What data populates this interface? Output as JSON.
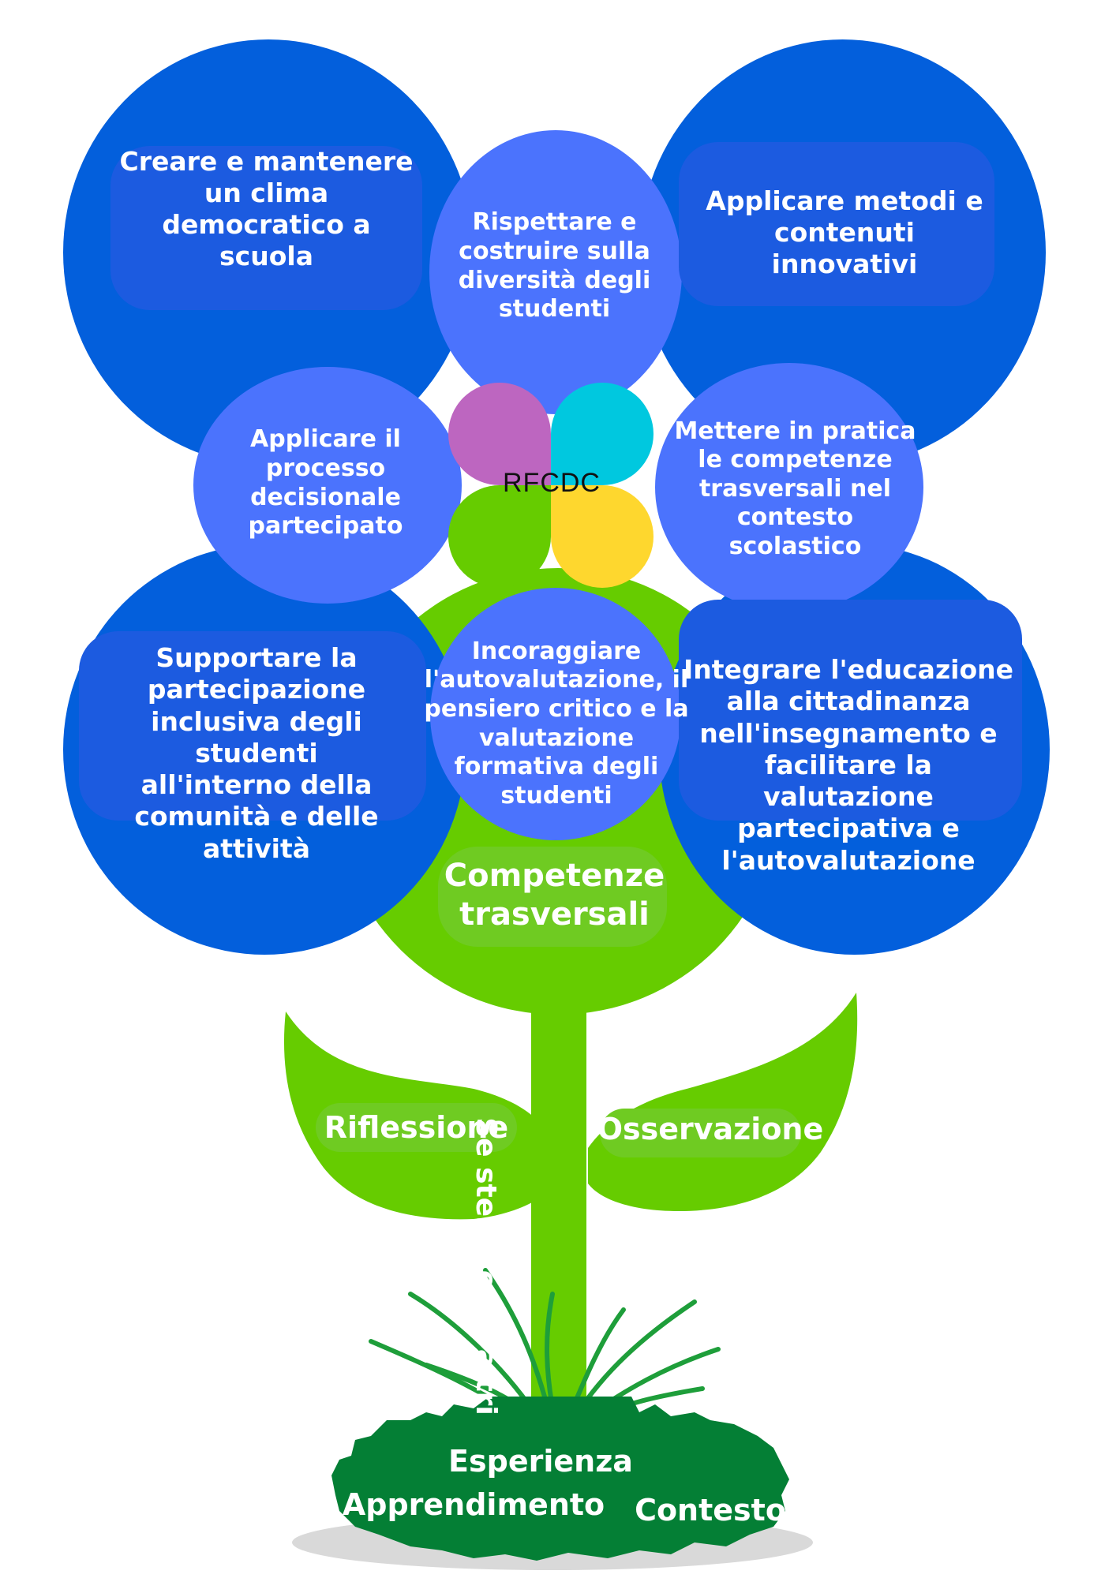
{
  "diagram": {
    "title_logo": "RFCDC",
    "colors": {
      "dark_blue_petal": "#035fdc",
      "light_blue_petal": "#4b73fd",
      "flower_head_green": "#66cc00",
      "leaf_green": "#66cc00",
      "soil_green": "#047f35",
      "logo_purple": "#bd66c0",
      "logo_cyan": "#00c8df",
      "logo_green": "#66cc00",
      "logo_yellow": "#fed72e"
    },
    "outer_petals": [
      {
        "id": "top-left",
        "text": "Creare e mantenere un clima democratico a scuola"
      },
      {
        "id": "top-right",
        "text": "Applicare metodi e contenuti innovativi"
      },
      {
        "id": "bottom-left",
        "text": "Supportare la partecipazione inclusiva degli studenti all'interno della comunità e delle attività"
      },
      {
        "id": "bottom-right",
        "text": "Integrare l'educazione alla cittadinanza nell'insegnamento e facilitare la valutazione partecipativa e l'autovalutazione"
      }
    ],
    "inner_petals": [
      {
        "id": "top",
        "text": "Rispettare e costruire sulla diversità degli studenti"
      },
      {
        "id": "left",
        "text": "Applicare il processo decisionale partecipato"
      },
      {
        "id": "right",
        "text": "Mettere in pratica le competenze trasversali nel contesto scolastico"
      },
      {
        "id": "bottom",
        "text": "Incoraggiare l'autovalutazione, il pensiero critico e la valutazione formativa degli studenti"
      }
    ],
    "flower_center": {
      "text": "Competenze trasversali"
    },
    "stem": {
      "text": "Se stessi e gli altri"
    },
    "leaves": {
      "left": "Riflessione",
      "right": "Osservazione"
    },
    "soil": {
      "top": "Esperienza",
      "left": "Apprendimento",
      "right": "Contesto"
    }
  }
}
